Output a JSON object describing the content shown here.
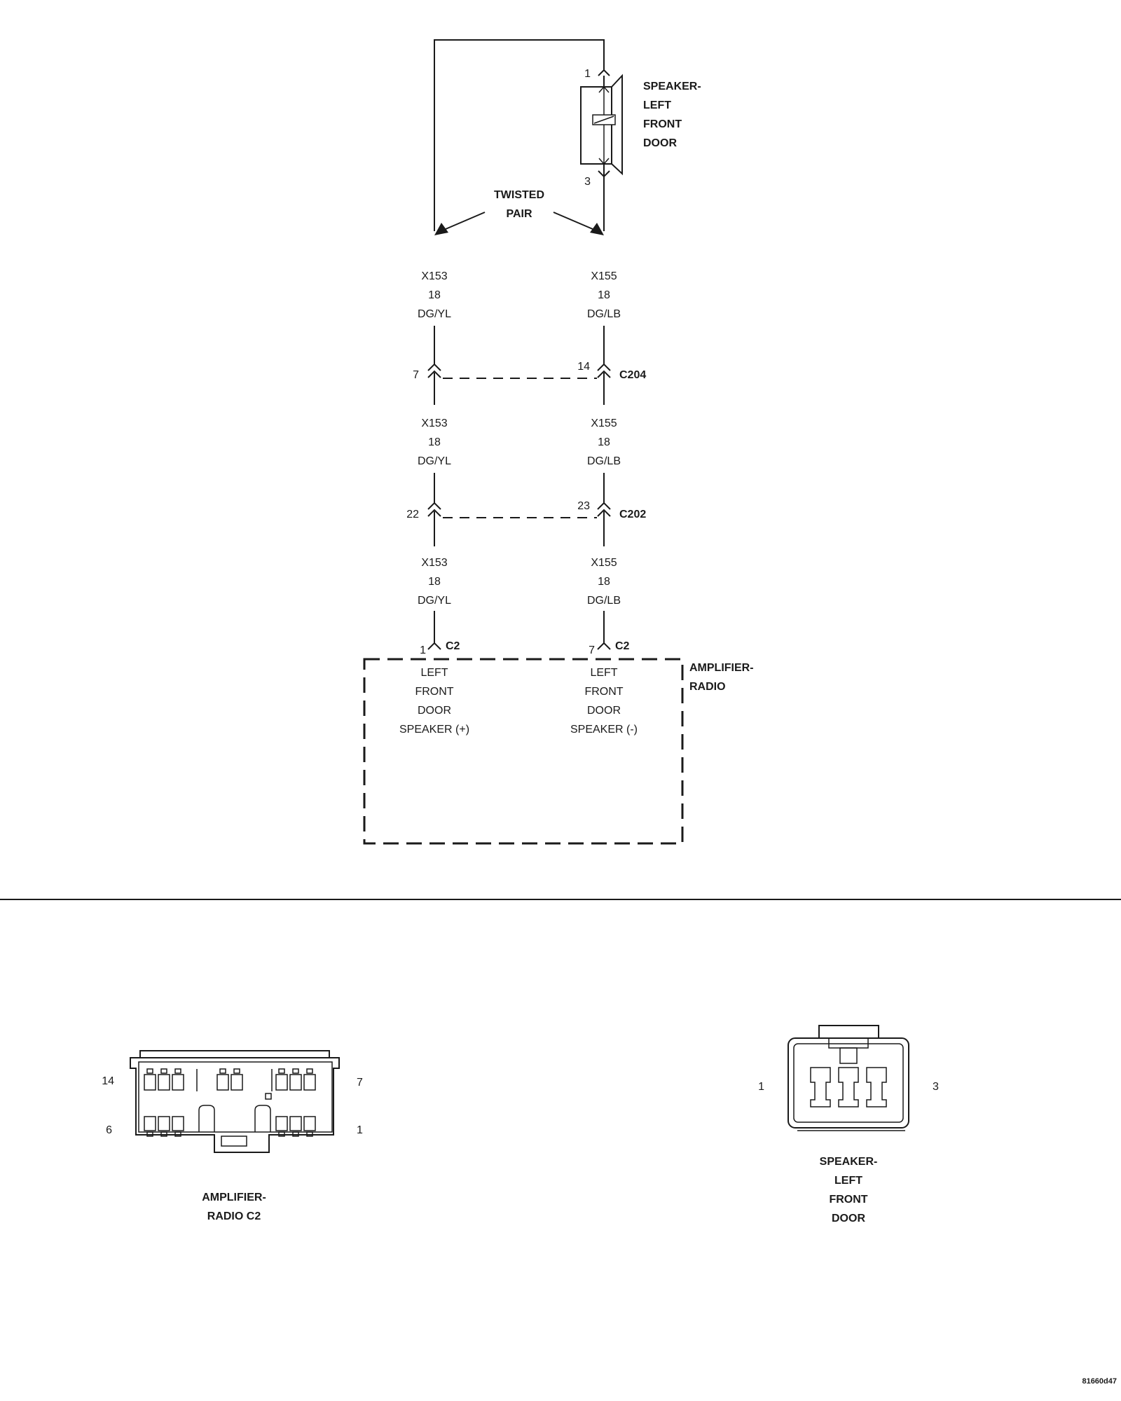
{
  "speaker": {
    "pin_top": "1",
    "pin_bottom": "3",
    "name_lines": [
      "SPEAKER-",
      "LEFT",
      "FRONT",
      "DOOR"
    ]
  },
  "twisted_pair": {
    "lines": [
      "TWISTED",
      "PAIR"
    ]
  },
  "wires": {
    "left": {
      "circuit": "X153",
      "gauge": "18",
      "color": "DG/YL"
    },
    "right": {
      "circuit": "X155",
      "gauge": "18",
      "color": "DG/LB"
    }
  },
  "connectors": {
    "c204": {
      "name": "C204",
      "left_pin": "7",
      "right_pin": "14"
    },
    "c202": {
      "name": "C202",
      "left_pin": "22",
      "right_pin": "23"
    },
    "c2_left": {
      "pin": "1",
      "name": "C2"
    },
    "c2_right": {
      "pin": "7",
      "name": "C2"
    }
  },
  "amplifier": {
    "name_lines": [
      "AMPLIFIER-",
      "RADIO"
    ],
    "left_func_lines": [
      "LEFT",
      "FRONT",
      "DOOR",
      "SPEAKER (+)"
    ],
    "right_func_lines": [
      "LEFT",
      "FRONT",
      "DOOR",
      "SPEAKER (-)"
    ]
  },
  "views": {
    "amp_c2": {
      "pins": {
        "top_left": "14",
        "top_right": "7",
        "bottom_left": "6",
        "bottom_right": "1"
      },
      "caption_lines": [
        "AMPLIFIER-",
        "RADIO C2"
      ]
    },
    "speaker_conn": {
      "pins": {
        "left": "1",
        "right": "3"
      },
      "caption_lines": [
        "SPEAKER-",
        "LEFT",
        "FRONT",
        "DOOR"
      ]
    }
  },
  "figure_id": "81660d47"
}
